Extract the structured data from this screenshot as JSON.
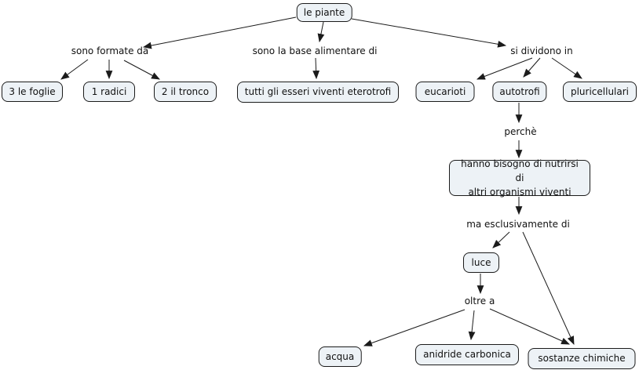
{
  "map": {
    "topic": "le piante",
    "type": "concept-map"
  },
  "nodes": {
    "le_piante": "le piante",
    "le_foglie": "3 le foglie",
    "radici": "1 radici",
    "il_tronco": "2 il tronco",
    "eterotrofi": "tutti gli esseri viventi eterotrofi",
    "eucarioti": "eucarioti",
    "autotrofi": "autotrofi",
    "pluricellulari": "pluricellulari",
    "nutrirsi": "hanno bisogno di nutrirsi di\naltri organismi viventi",
    "luce": "luce",
    "acqua": "acqua",
    "anidride_carbonica": "anidride carbonica",
    "sostanze_chimiche": "sostanze chimiche"
  },
  "edge_labels": {
    "sono_formate_da": "sono formate da",
    "base_alimentare": "sono la base alimentare di",
    "si_dividono_in": "si dividono in",
    "perche": "perchè",
    "ma_esclusivamente_di": "ma esclusivamente di",
    "oltre_a": "oltre a"
  },
  "colors": {
    "node_fill": "#edf2f6",
    "node_border": "#1b1b1b",
    "edge": "#1b1b1b",
    "background": "#ffffff",
    "text": "#111111"
  }
}
